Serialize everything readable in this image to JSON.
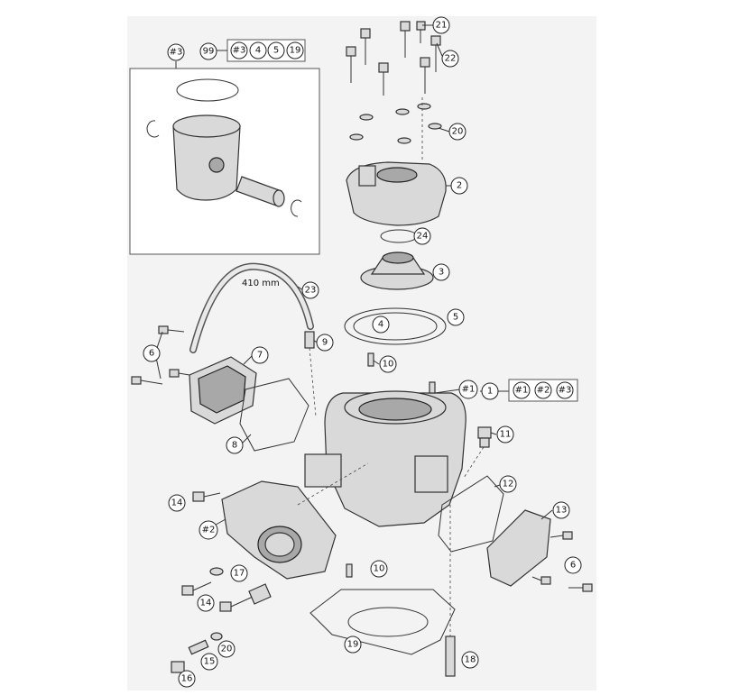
{
  "labels": {
    "hose_length": "410 mm"
  },
  "callouts": [
    {
      "id": "piston-kit-title",
      "text": "#3"
    },
    {
      "id": "kit-99",
      "text": "99"
    },
    {
      "id": "kit-item-3",
      "text": "#3"
    },
    {
      "id": "kit-item-4",
      "text": "4"
    },
    {
      "id": "kit-item-5",
      "text": "5"
    },
    {
      "id": "kit-item-19",
      "text": "19"
    },
    {
      "id": "part-21",
      "text": "21"
    },
    {
      "id": "part-22",
      "text": "22"
    },
    {
      "id": "part-20-top",
      "text": "20"
    },
    {
      "id": "part-2",
      "text": "2"
    },
    {
      "id": "part-24",
      "text": "24"
    },
    {
      "id": "part-3",
      "text": "3"
    },
    {
      "id": "part-23",
      "text": "23"
    },
    {
      "id": "part-4",
      "text": "4"
    },
    {
      "id": "part-5",
      "text": "5"
    },
    {
      "id": "part-9",
      "text": "9"
    },
    {
      "id": "part-7",
      "text": "7"
    },
    {
      "id": "part-6-left",
      "text": "6"
    },
    {
      "id": "part-10-top",
      "text": "10"
    },
    {
      "id": "cylinder-kit-title",
      "text": "#1"
    },
    {
      "id": "part-1",
      "text": "1"
    },
    {
      "id": "kit-item-1",
      "text": "#1"
    },
    {
      "id": "kit-item-2",
      "text": "#2"
    },
    {
      "id": "kit-item-3b",
      "text": "#3"
    },
    {
      "id": "part-11",
      "text": "11"
    },
    {
      "id": "part-8",
      "text": "8"
    },
    {
      "id": "part-12",
      "text": "12"
    },
    {
      "id": "part-13",
      "text": "13"
    },
    {
      "id": "part-14-top",
      "text": "14"
    },
    {
      "id": "intake-kit-title",
      "text": "#2"
    },
    {
      "id": "part-6-right",
      "text": "6"
    },
    {
      "id": "part-17",
      "text": "17"
    },
    {
      "id": "part-10-bottom",
      "text": "10"
    },
    {
      "id": "part-14-bottom",
      "text": "14"
    },
    {
      "id": "part-20-bottom",
      "text": "20"
    },
    {
      "id": "part-19",
      "text": "19"
    },
    {
      "id": "part-15",
      "text": "15"
    },
    {
      "id": "part-18",
      "text": "18"
    },
    {
      "id": "part-16",
      "text": "16"
    }
  ]
}
